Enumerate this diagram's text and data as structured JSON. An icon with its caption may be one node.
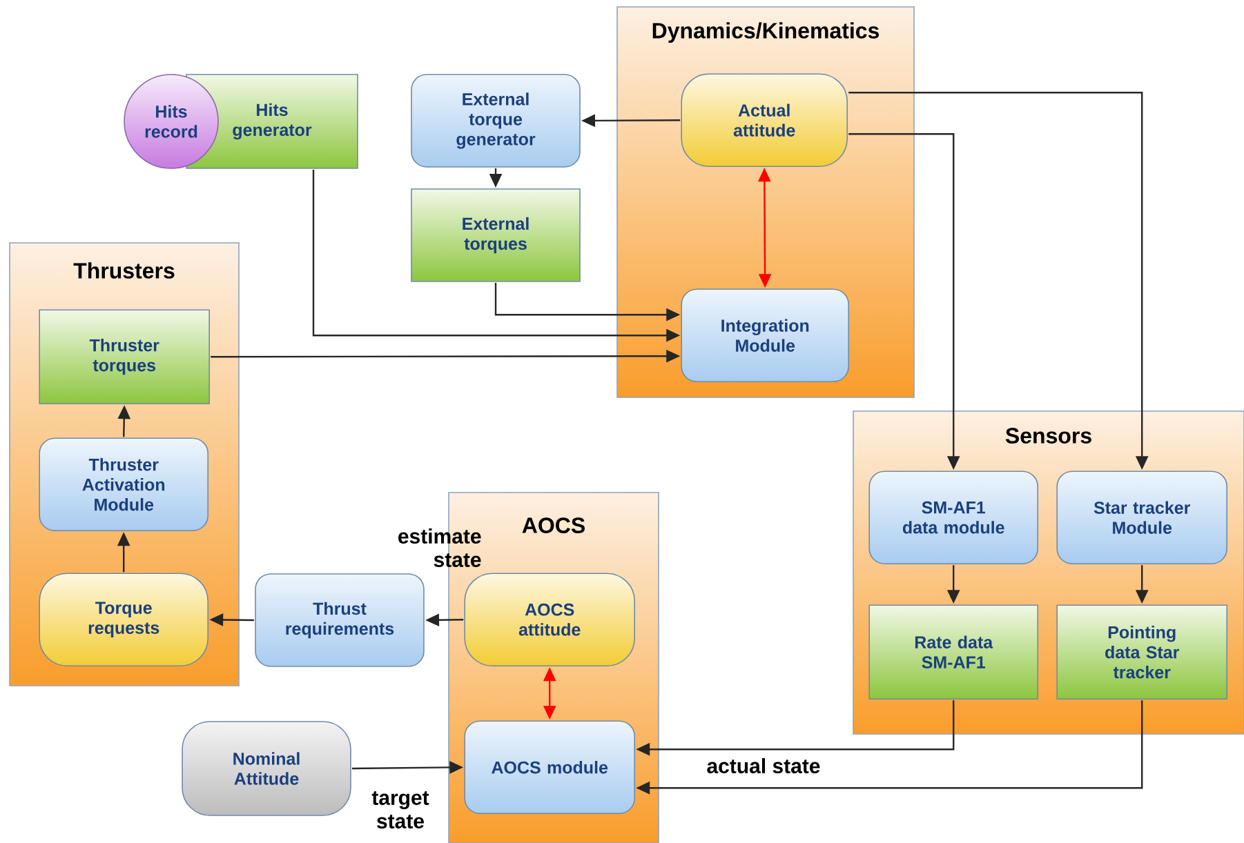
{
  "diagram": {
    "nodes": [
      {
        "text": [
          "Dynamics/Kinematics"
        ]
      },
      {
        "text": [
          "Actual attitude"
        ],
        "in": 0
      },
      {
        "text": [
          "Integration Module"
        ],
        "in": 0
      },
      {
        "text": [
          "Hits record"
        ]
      },
      {
        "text": [
          "Hits generator"
        ]
      },
      {
        "text": [
          "External torque generator"
        ]
      },
      {
        "text": [
          "External torques"
        ]
      },
      {
        "text": [
          "Thrusters"
        ]
      },
      {
        "text": [
          "Thruster torques"
        ],
        "in": 7
      },
      {
        "text": [
          "Thruster Activation Module"
        ],
        "in": 7
      },
      {
        "text": [
          "Torque requests"
        ],
        "in": 7
      },
      {
        "text": [
          "Thrust requirements"
        ]
      },
      {
        "text": [
          "AOCS"
        ]
      },
      {
        "text": [
          "AOCS attitude"
        ],
        "in": 12
      },
      {
        "text": [
          "AOCS module"
        ],
        "in": 12
      },
      {
        "text": [
          "Nominal Attitude"
        ]
      },
      {
        "text": [
          "Sensors"
        ]
      },
      {
        "text": [
          "SM-AF1 data module"
        ],
        "in": 16
      },
      {
        "text": [
          "Star tracker Module"
        ],
        "in": 16
      },
      {
        "text": [
          "Rate data SM-AF1"
        ],
        "in": 16
      },
      {
        "text": [
          "Pointing data Star tracker"
        ],
        "in": 16
      }
    ],
    "edges": [
      {
        "from": 1,
        "to": 5,
        "arrow": "to"
      },
      {
        "from": 5,
        "to": 6,
        "arrow": "to"
      },
      {
        "from": 1,
        "to": 2,
        "arrow": "both",
        "color": "#ff0000"
      },
      {
        "from": 4,
        "to": 2,
        "arrow": "to"
      },
      {
        "from": 6,
        "to": 2,
        "arrow": "to"
      },
      {
        "from": 8,
        "to": 2,
        "arrow": "to"
      },
      {
        "from": 1,
        "to": 17,
        "arrow": "to"
      },
      {
        "from": 1,
        "to": 18,
        "arrow": "to"
      },
      {
        "from": 17,
        "to": 19,
        "arrow": "to"
      },
      {
        "from": 18,
        "to": 20,
        "arrow": "to"
      },
      {
        "from": 19,
        "to": 14,
        "arrow": "to",
        "label": "actual state"
      },
      {
        "from": 20,
        "to": 14,
        "arrow": "to"
      },
      {
        "from": 15,
        "to": 14,
        "arrow": "to",
        "label": "target state"
      },
      {
        "from": 13,
        "to": 11,
        "arrow": "to",
        "label": "estimate state"
      },
      {
        "from": 11,
        "to": 10,
        "arrow": "to"
      },
      {
        "from": 10,
        "to": 9,
        "arrow": "to"
      },
      {
        "from": 9,
        "to": 8,
        "arrow": "to"
      },
      {
        "from": 13,
        "to": 14,
        "arrow": "both",
        "color": "#ff0000"
      }
    ]
  }
}
